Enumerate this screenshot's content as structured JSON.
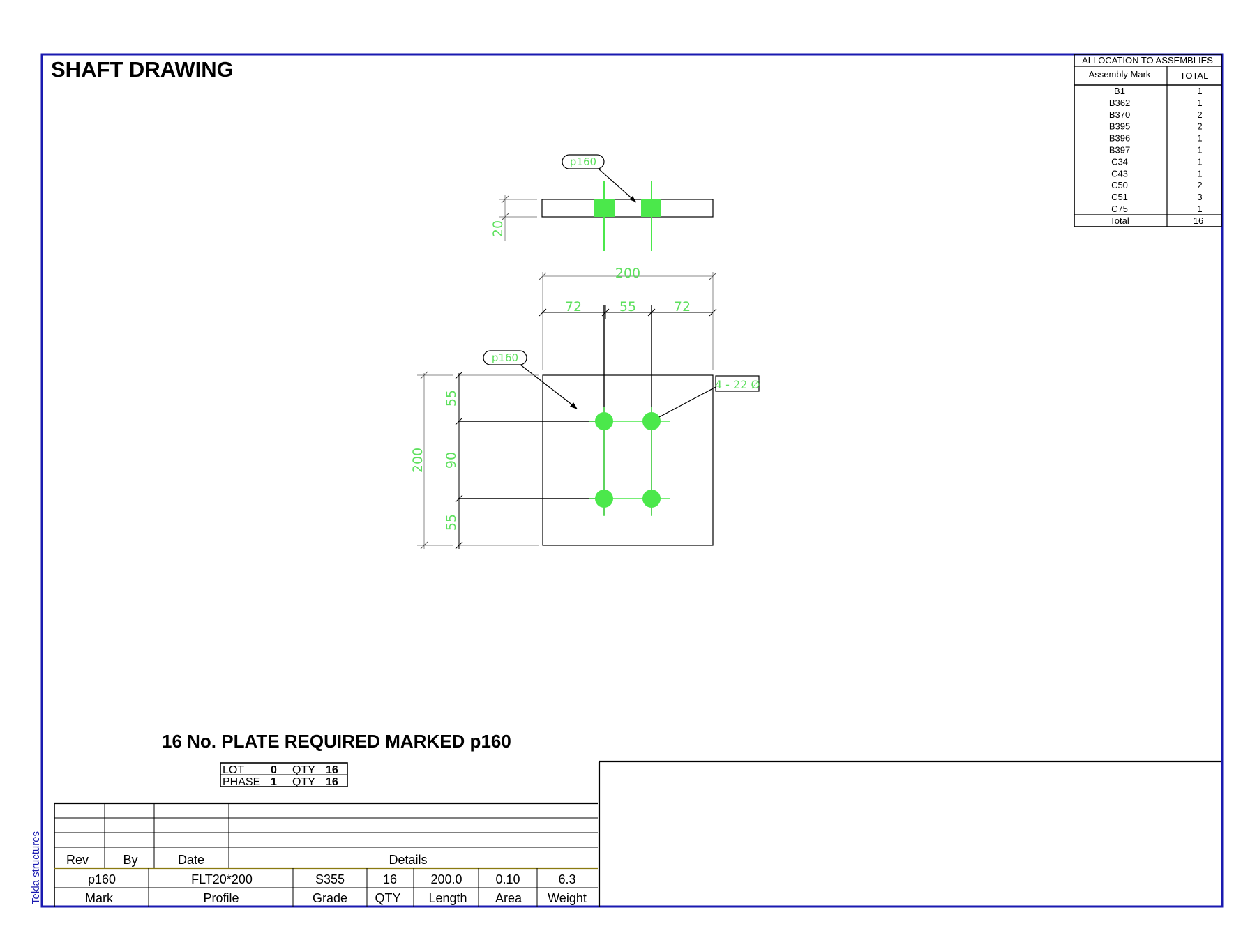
{
  "drawing_title": "SHAFT DRAWING",
  "side_label": "Tekla structures",
  "allocation": {
    "title": "ALLOCATION TO ASSEMBLIES",
    "col_mark": "Assembly Mark",
    "col_total": "TOTAL",
    "rows": [
      {
        "mark": "B1",
        "total": "1"
      },
      {
        "mark": "B362",
        "total": "1"
      },
      {
        "mark": "B370",
        "total": "2"
      },
      {
        "mark": "B395",
        "total": "2"
      },
      {
        "mark": "B396",
        "total": "1"
      },
      {
        "mark": "B397",
        "total": "1"
      },
      {
        "mark": "C34",
        "total": "1"
      },
      {
        "mark": "C43",
        "total": "1"
      },
      {
        "mark": "C50",
        "total": "2"
      },
      {
        "mark": "C51",
        "total": "3"
      },
      {
        "mark": "C75",
        "total": "1"
      }
    ],
    "total_label": "Total",
    "total_value": "16"
  },
  "views": {
    "top": {
      "mark": "p160",
      "thickness": "20"
    },
    "front": {
      "mark": "p160",
      "width_total": "200",
      "width_left": "72",
      "width_mid": "55",
      "width_right": "72",
      "height_total": "200",
      "height_top": "55",
      "height_mid": "90",
      "height_bottom": "55",
      "hole_callout": "4 - 22 Ø"
    }
  },
  "requirement": "16 No. PLATE REQUIRED MARKED p160",
  "lot_box": {
    "lot_label": "LOT",
    "lot_value": "0",
    "phase_label": "PHASE",
    "phase_value": "1",
    "qty_label": "QTY",
    "lot_qty": "16",
    "phase_qty": "16"
  },
  "revision_headers": {
    "rev": "Rev",
    "by": "By",
    "date": "Date",
    "details": "Details"
  },
  "part": {
    "mark": "p160",
    "profile": "FLT20*200",
    "grade": "S355",
    "qty": "16",
    "length": "200.0",
    "area": "0.10",
    "weight": "6.3"
  },
  "part_headers": {
    "mark": "Mark",
    "profile": "Profile",
    "grade": "Grade",
    "qty": "QTY",
    "length": "Length",
    "area": "Area",
    "weight": "Weight"
  },
  "colors": {
    "border": "#1a1ab0",
    "dim": "#5ee05e",
    "bolt": "#4be84b",
    "ink": "#000000"
  }
}
